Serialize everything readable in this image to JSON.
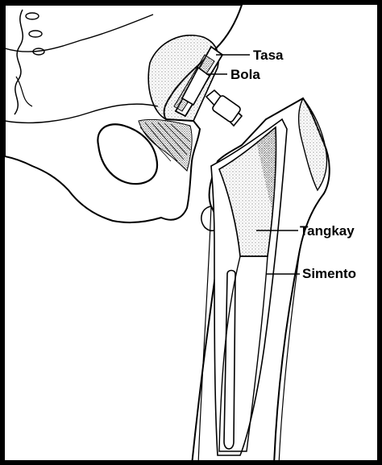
{
  "labels": {
    "cup": "Tasa",
    "ball": "Bola",
    "stem": "Tangkay",
    "cement": "Simento"
  },
  "colors": {
    "ink": "#000000",
    "background": "#ffffff",
    "stipple": "#6e6e6e"
  }
}
